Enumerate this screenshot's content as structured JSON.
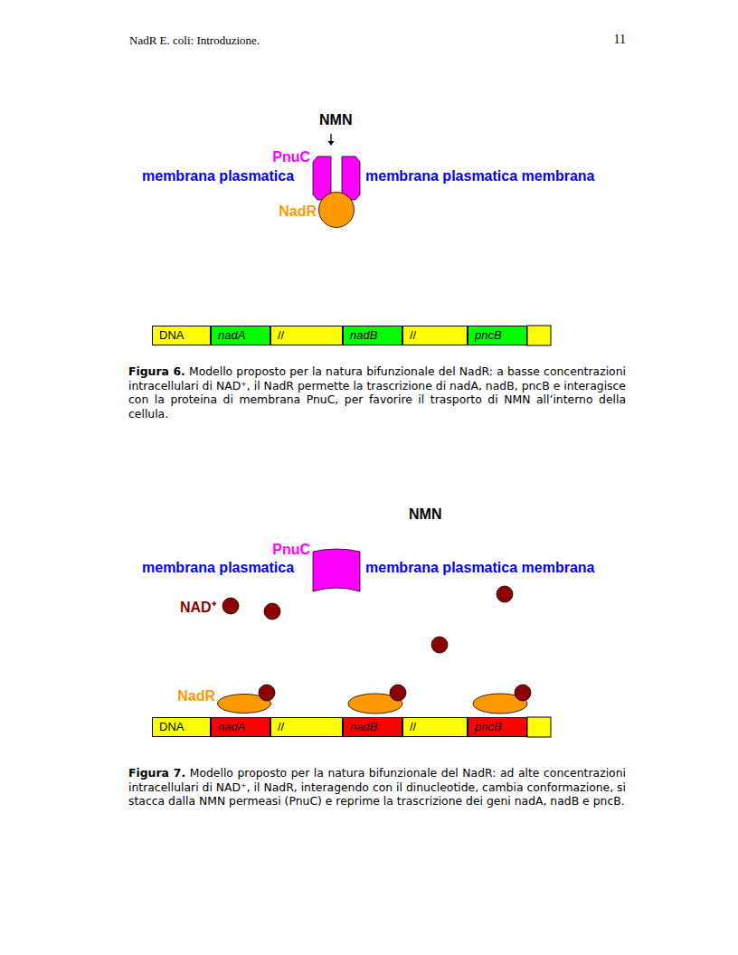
{
  "diagram": {
    "nodes": [
      {
        "text": [
          "PnuC"
        ]
      },
      {
        "text": [
          "NadR"
        ]
      },
      {
        "text": [
          "DNA"
        ]
      },
      {
        "text": [
          "nadA"
        ]
      },
      {
        "text": [
          "//"
        ]
      },
      {
        "text": [
          "nadB"
        ]
      },
      {
        "text": [
          "//"
        ]
      },
      {
        "text": [
          "pncB"
        ]
      },
      {
        "text": [
          "PnuC"
        ]
      },
      {
        "text": [
          "NadR"
        ]
      },
      {
        "text": [
          "DNA"
        ]
      },
      {
        "text": [
          "nadA"
        ]
      },
      {
        "text": [
          "//"
        ]
      },
      {
        "text": [
          "nadB"
        ]
      },
      {
        "text": [
          "//"
        ]
      },
      {
        "text": [
          "pncB"
        ]
      }
    ],
    "labels": [
      "NadR E. coli: Introduzione.",
      "11",
      "NMN",
      "membrana plasmatica",
      "membrana plasmatica membrana",
      "Figura 6.",
      "Modello proposto per la natura bifunzionale del NadR: a basse concentrazioni intracellulari di NAD⁺, il NadR permette la trascrizione di nadA, nadB, pncB e interagisce con la proteina di membrana PnuC, per favorire il trasporto di NMN all’interno della cellula.",
      "NMN",
      "membrana plasmatica",
      "membrana plasmatica membrana",
      "NAD⁺",
      "Figura 7.",
      "Modello proposto per la natura bifunzionale del NadR: ad alte concentrazioni intracellulari di NAD⁺, il NadR, interagendo con il dinucleotide, cambia conformazione, si stacca dalla NMN permeasi (PnuC) e reprime la trascrizione dei geni nadA, nadB e pncB."
    ]
  }
}
